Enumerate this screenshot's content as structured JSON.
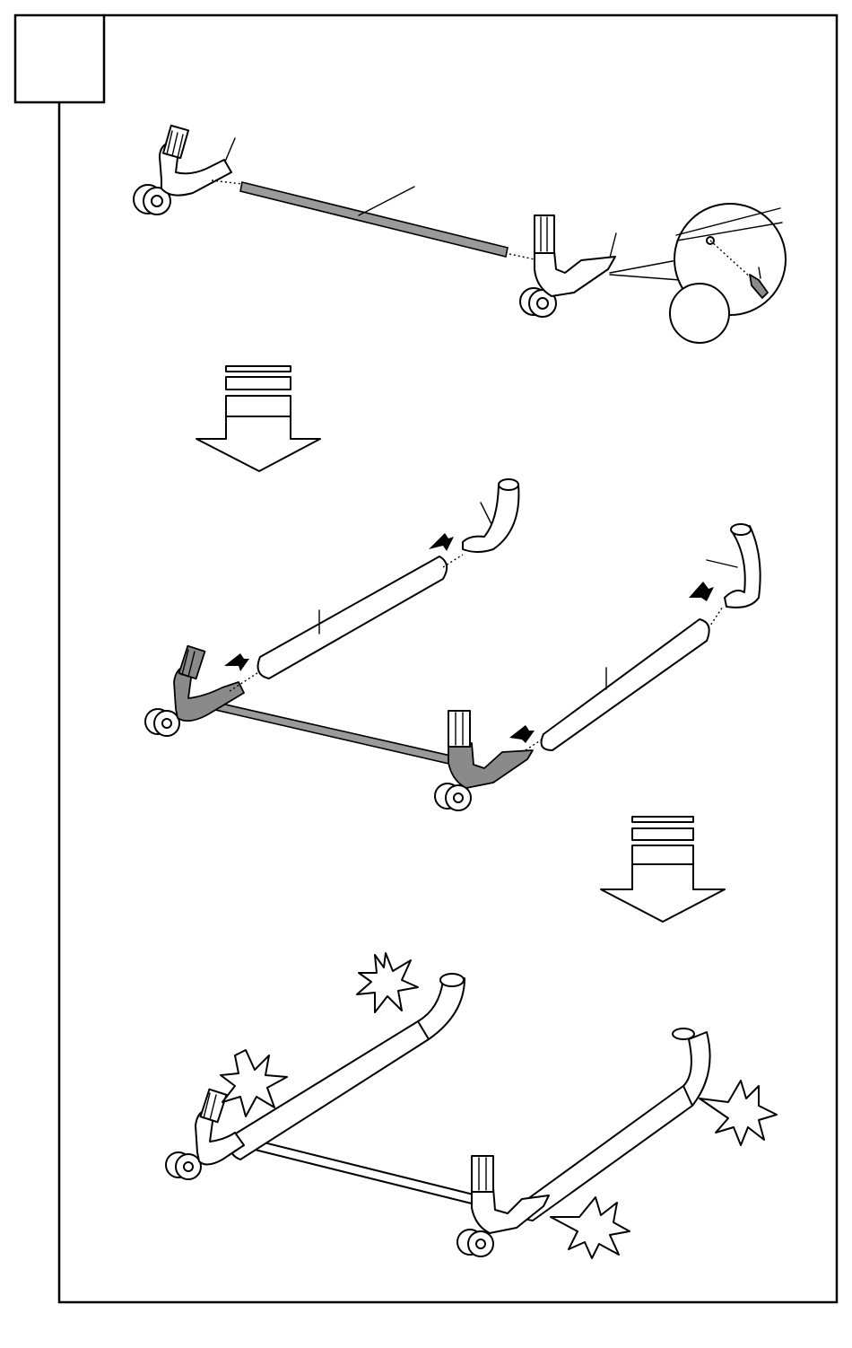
{
  "figure": {
    "kind": "assembly-instruction-step",
    "step_number": "",
    "colors": {
      "line": "#000000",
      "paper": "#ffffff",
      "grey_parts": "#8a8a8a"
    },
    "stages": [
      {
        "id": "stage-1",
        "description_icon": "rod-insert-with-screw-detail"
      },
      {
        "id": "stage-2",
        "description_icon": "side-tubes-and-elbows-insert"
      },
      {
        "id": "stage-3",
        "description_icon": "assembled-click-in"
      }
    ]
  }
}
